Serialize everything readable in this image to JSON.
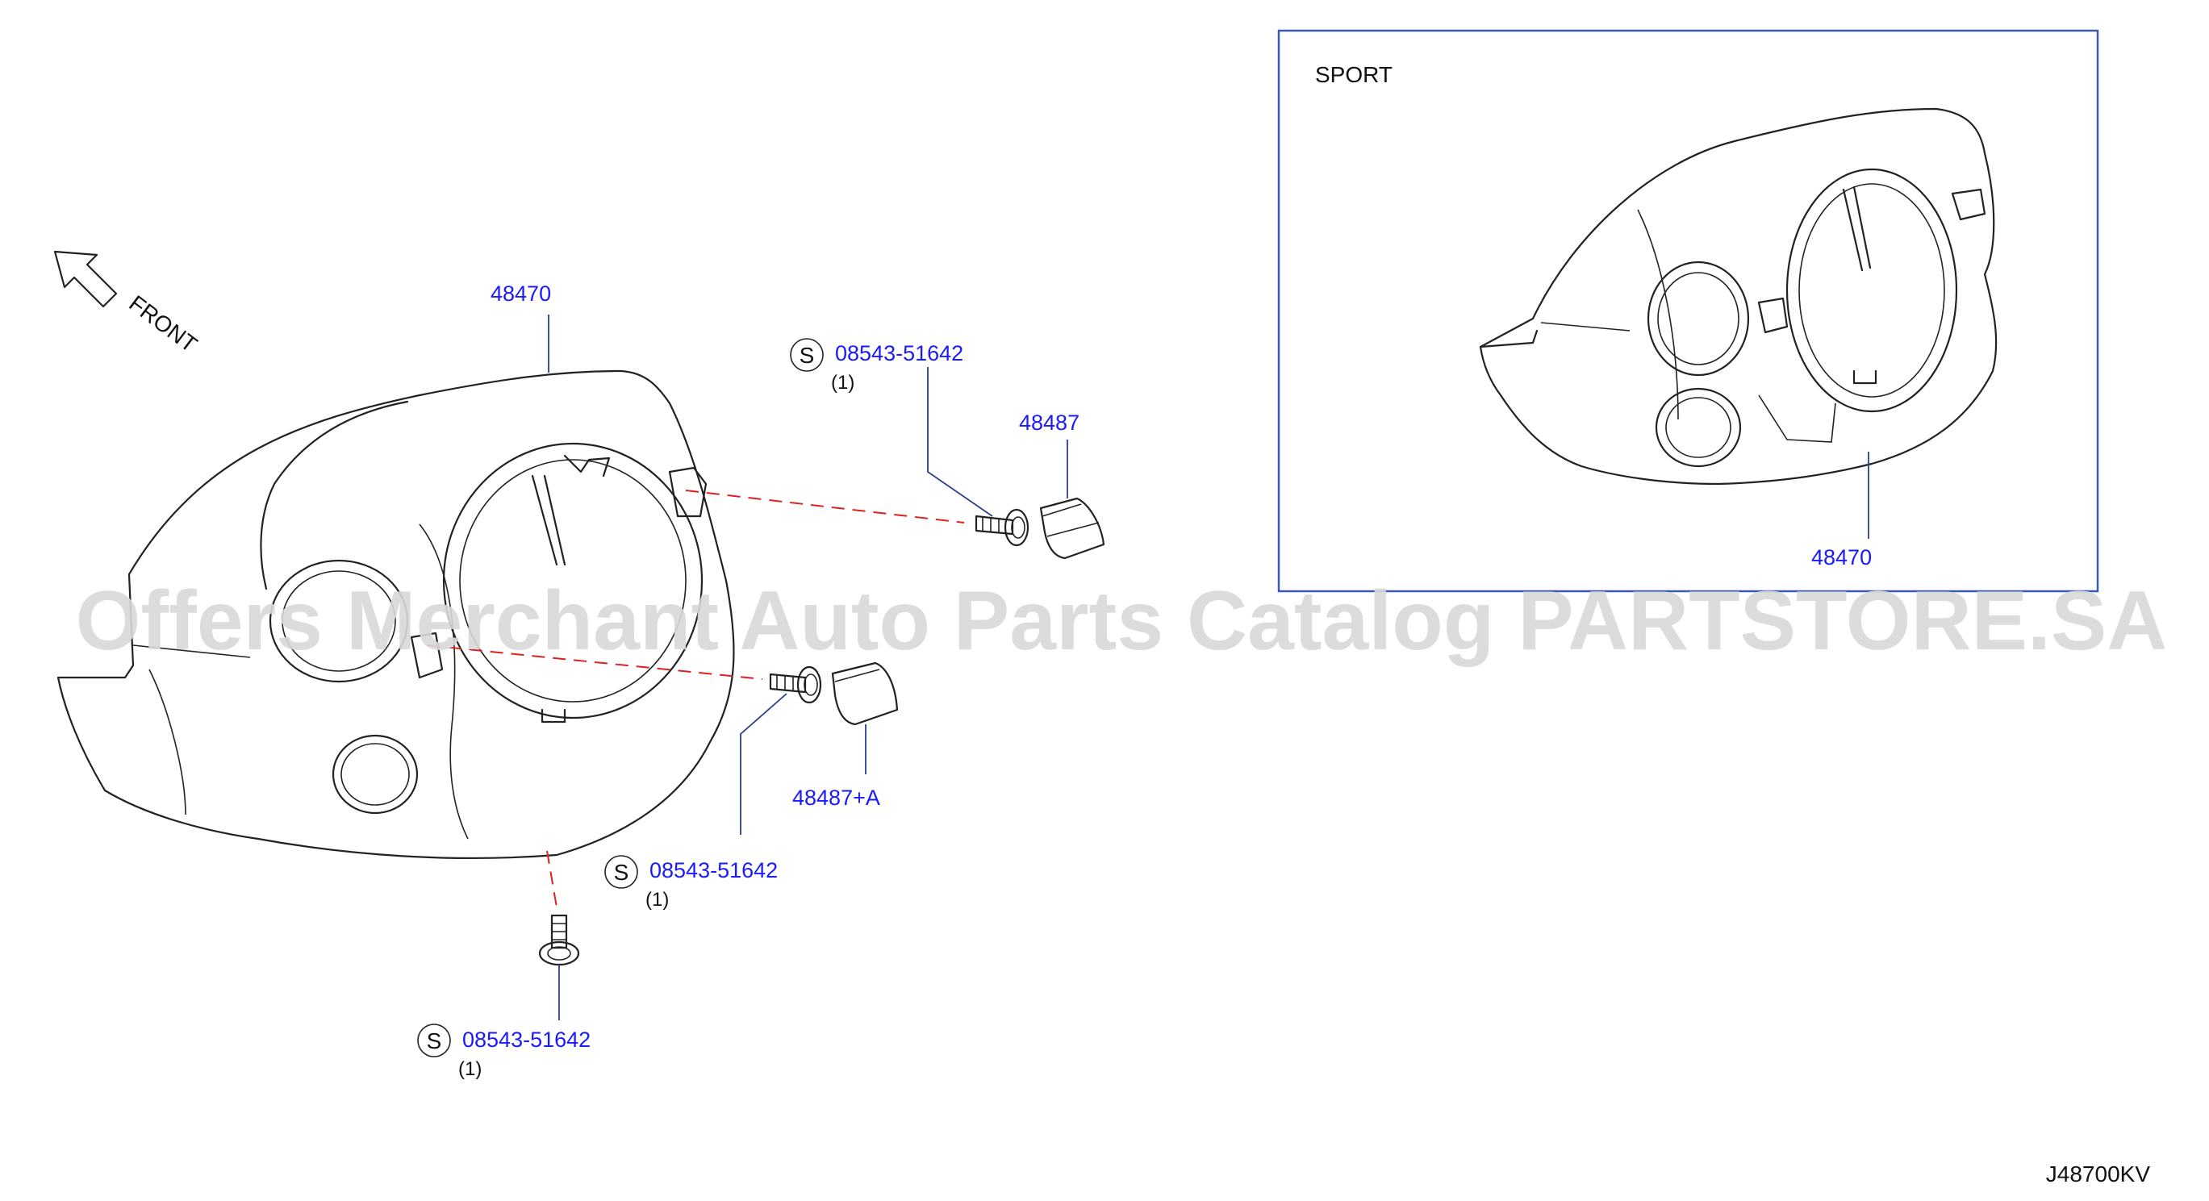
{
  "direction": {
    "label": "FRONT"
  },
  "inset": {
    "label": "SPORT"
  },
  "callouts": {
    "housing_main": "48470",
    "cap": "48487",
    "cap_a": "48487+A",
    "screw_top": "08543-51642",
    "screw_top_qty": "(1)",
    "screw_mid": "08543-51642",
    "screw_mid_qty": "(1)",
    "screw_bottom": "08543-51642",
    "screw_bottom_qty": "(1)",
    "housing_sport": "48470"
  },
  "standard_symbol": "S",
  "diagram_code": "J48700KV",
  "watermark": "Offers Merchant Auto Parts Catalog PARTSTORE.SA",
  "colors": {
    "callout_text": "#1a1aff",
    "leader_line": "#2a3f8f",
    "alignment_dash": "#e02020",
    "line_art": "#222222",
    "inset_border": "#3a5cb0"
  }
}
